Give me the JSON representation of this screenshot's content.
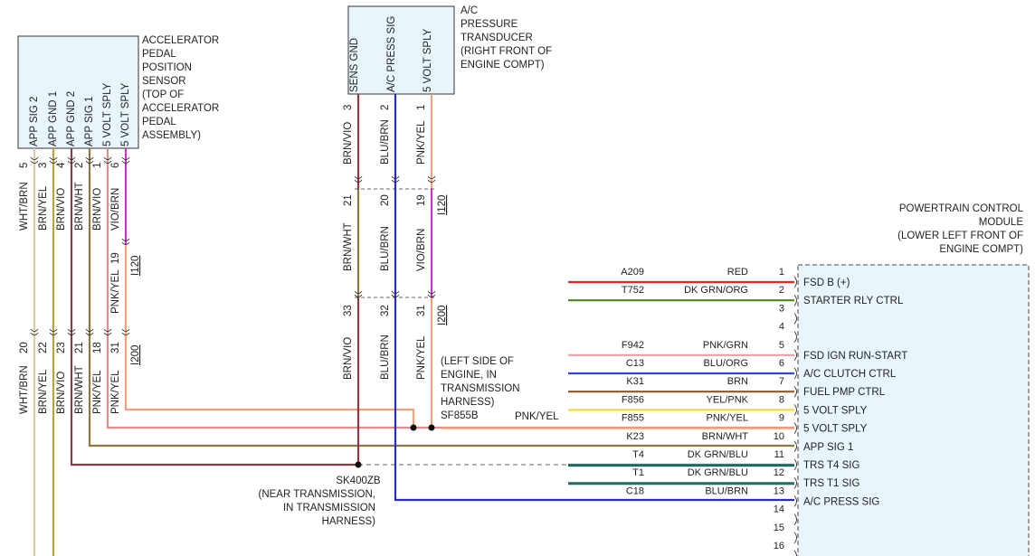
{
  "app": {
    "label": "ACCELERATOR\nPEDAL\nPOSITION\nSENSOR\n(TOP OF\nACCELERATOR\nPEDAL\nASSEMBLY)",
    "pins": [
      {
        "name": "APP SIG 2",
        "pin": "5",
        "color": "WHT/BRN",
        "hex": "#d8cba8"
      },
      {
        "name": "APP GND 1",
        "pin": "3",
        "color": "BRN/YEL",
        "hex": "#b8a43a"
      },
      {
        "name": "APP GND 2",
        "pin": "4",
        "color": "BRN/VIO",
        "hex": "#8a3a4a"
      },
      {
        "name": "APP SIG 1",
        "pin": "2",
        "color": "BRN/WHT",
        "hex": "#8a7a3a"
      },
      {
        "name": "5 VOLT SPLY",
        "pin": "1",
        "color": "BRN/VIO",
        "hex": "#b2607a"
      },
      {
        "name": "5 VOLT SPLY",
        "pin": "6",
        "color": "VIO/BRN",
        "hex": "#cc33cc"
      }
    ]
  },
  "app_lower": [
    {
      "color": "WHT/BRN",
      "pin": "20"
    },
    {
      "color": "BRN/YEL",
      "pin": "22"
    },
    {
      "color": "BRN/VIO",
      "pin": "23"
    },
    {
      "color": "BRN/WHT",
      "pin": "21"
    },
    {
      "color": "PNK/YEL",
      "pin": "18"
    },
    {
      "color": "PNK/YEL",
      "pin": "31"
    }
  ],
  "app_mid": {
    "color": "PNK/YEL",
    "pin": "19",
    "conn": "I120"
  },
  "app_conn_lower": "I200",
  "ac": {
    "label": "A/C\nPRESSURE\nTRANSDUCER\n(RIGHT FRONT OF\nENGINE COMPT)",
    "pins": [
      {
        "name": "SENS GND",
        "pin": "3",
        "color": "BRN/VIO"
      },
      {
        "name": "A/C PRESS SIG",
        "pin": "2",
        "color": "BLU/BRN"
      },
      {
        "name": "5 VOLT SPLY",
        "pin": "1",
        "color": "PNK/YEL"
      }
    ],
    "mid": [
      {
        "pin": "21",
        "color": "BRN/WHT"
      },
      {
        "pin": "20",
        "color": "BLU/BRN"
      },
      {
        "pin": "19",
        "color": "VIO/BRN"
      }
    ],
    "lower": [
      {
        "pin": "33",
        "color": "BRN/VIO"
      },
      {
        "pin": "32",
        "color": "BLU/BRN"
      },
      {
        "pin": "31",
        "color": "PNK/YEL"
      }
    ],
    "conn_mid": "I120",
    "conn_lower": "I200"
  },
  "splices": {
    "sf": "SF855B",
    "sf_note": "(LEFT SIDE OF\nENGINE, IN\nTRANSMISSION\nHARNESS)",
    "sf_wire": "PNK/YEL",
    "sk": "SK400ZB",
    "sk_note": "(NEAR TRANSMISSION,\nIN TRANSMISSION\nHARNESS)"
  },
  "pcm": {
    "label": "POWERTRAIN CONTROL\nMODULE\n(LOWER LEFT FRONT OF\nENGINE COMPT)",
    "rows": [
      {
        "pin": "1",
        "circuit": "A209",
        "color": "RED",
        "hex": "#ee2222",
        "func": "FSD B (+)"
      },
      {
        "pin": "2",
        "circuit": "T752",
        "color": "DK GRN/ORG",
        "hex": "#4a8a1a",
        "func": "STARTER RLY CTRL"
      },
      {
        "pin": "3",
        "circuit": "",
        "color": "",
        "hex": "",
        "func": ""
      },
      {
        "pin": "4",
        "circuit": "",
        "color": "",
        "hex": "",
        "func": ""
      },
      {
        "pin": "5",
        "circuit": "F942",
        "color": "PNK/GRN",
        "hex": "#e8a0a0",
        "func": "FSD IGN RUN-START"
      },
      {
        "pin": "6",
        "circuit": "C13",
        "color": "BLU/ORG",
        "hex": "#3344dd",
        "func": "A/C CLUTCH CTRL"
      },
      {
        "pin": "7",
        "circuit": "K31",
        "color": "BRN",
        "hex": "#8a5a2a",
        "func": "FUEL PMP CTRL"
      },
      {
        "pin": "8",
        "circuit": "F856",
        "color": "YEL/PNK",
        "hex": "#f0dc40",
        "func": "5 VOLT SPLY"
      },
      {
        "pin": "9",
        "circuit": "F855",
        "color": "PNK/YEL",
        "hex": "#f2a07a",
        "func": "5 VOLT SPLY"
      },
      {
        "pin": "10",
        "circuit": "K23",
        "color": "BRN/WHT",
        "hex": "#8a7a3a",
        "func": "APP SIG 1"
      },
      {
        "pin": "11",
        "circuit": "T4",
        "color": "DK GRN/BLU",
        "hex": "#2a7a6a",
        "func": "TRS T4 SIG"
      },
      {
        "pin": "12",
        "circuit": "T1",
        "color": "DK GRN/BLU",
        "hex": "#2a7a6a",
        "func": "TRS T1 SIG"
      },
      {
        "pin": "13",
        "circuit": "C18",
        "color": "BLU/BRN",
        "hex": "#2a2acc",
        "func": "A/C PRESS SIG"
      },
      {
        "pin": "14",
        "circuit": "",
        "color": "",
        "hex": "",
        "func": ""
      },
      {
        "pin": "15",
        "circuit": "",
        "color": "",
        "hex": "",
        "func": ""
      },
      {
        "pin": "16",
        "circuit": "",
        "color": "",
        "hex": "",
        "func": ""
      }
    ]
  }
}
